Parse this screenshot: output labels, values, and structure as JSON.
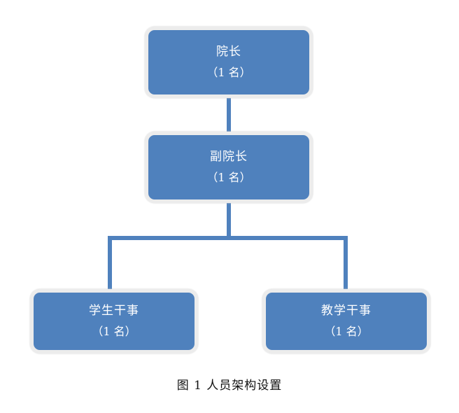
{
  "nodes": {
    "dean": {
      "title": "院长",
      "count": "（1 名）"
    },
    "vice_dean": {
      "title": "副院长",
      "count": "（1 名）"
    },
    "student_affairs": {
      "title": "学生干事",
      "count": "（1 名）"
    },
    "teaching_affairs": {
      "title": "教学干事",
      "count": "（1 名）"
    }
  },
  "caption": "图 1  人员架构设置",
  "colors": {
    "box_fill": "#4f81bd",
    "box_border": "#ececec",
    "connector": "#4f81bd",
    "box_text": "#ffffff"
  }
}
